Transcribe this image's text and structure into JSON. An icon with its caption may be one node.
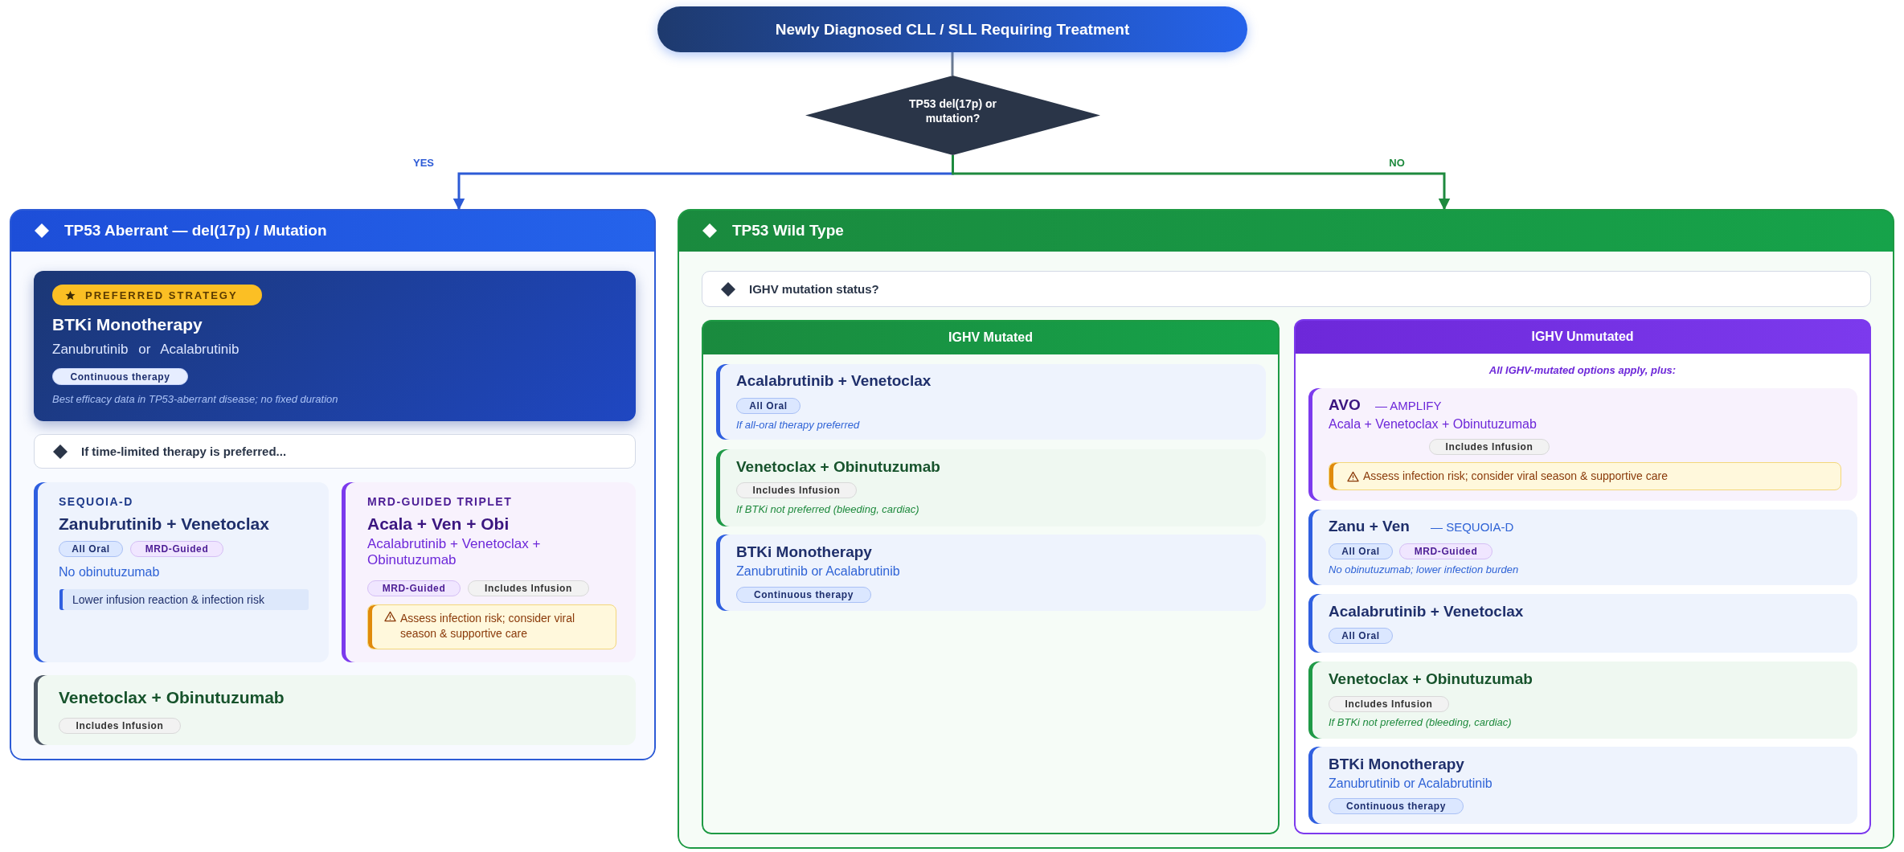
{
  "diagram": {
    "nodes": [
      {
        "text": [
          "Newly Diagnosed CLL / SLL Requiring Treatment"
        ]
      },
      {
        "text": [
          "TP53 del(17p) or mutation?"
        ]
      },
      {
        "text": [
          "TP53 Aberrant — del(17p) / Mutation"
        ]
      },
      {
        "text": [
          "BTKi Monotherapy",
          "Zanubrutinib or Acalabrutinib",
          "Best efficacy data in TP53-aberrant disease; no fixed duration"
        ],
        "in": 2
      },
      {
        "text": [
          "PREFERRED STRATEGY"
        ],
        "in": 3
      },
      {
        "text": [
          "Continuous therapy"
        ],
        "in": 3
      },
      {
        "text": [
          "If time-limited therapy is preferred..."
        ],
        "in": 2
      },
      {
        "text": [
          "SEQUOIA-D",
          "Zanubrutinib + Venetoclax",
          "No obinutuzumab"
        ],
        "in": 2
      },
      {
        "text": [
          "All Oral"
        ],
        "in": 7
      },
      {
        "text": [
          "MRD-Guided"
        ],
        "in": 7
      },
      {
        "text": [
          "Lower infusion reaction & infection risk"
        ],
        "in": 7
      },
      {
        "text": [
          "MRD-GUIDED TRIPLET",
          "Acala + Ven + Obi",
          "Acalabrutinib + Venetoclax + Obinutuzumab"
        ],
        "in": 2
      },
      {
        "text": [
          "MRD-Guided"
        ],
        "in": 11
      },
      {
        "text": [
          "Includes Infusion"
        ],
        "in": 11
      },
      {
        "text": [
          "Assess infection risk; consider viral season & supportive care"
        ],
        "in": 11
      },
      {
        "text": [
          "Venetoclax + Obinutuzumab"
        ],
        "in": 2
      },
      {
        "text": [
          "Includes Infusion"
        ],
        "in": 15
      },
      {
        "text": [
          "TP53 Wild Type"
        ]
      },
      {
        "text": [
          "IGHV mutation status?"
        ],
        "in": 17
      },
      {
        "text": [
          "IGHV Mutated"
        ],
        "in": 17
      },
      {
        "text": [
          "Acalabrutinib + Venetoclax",
          "If all-oral therapy preferred"
        ],
        "in": 19
      },
      {
        "text": [
          "All Oral"
        ],
        "in": 20
      },
      {
        "text": [
          "Venetoclax + Obinutuzumab",
          "If BTKi not preferred (bleeding, cardiac)"
        ],
        "in": 19
      },
      {
        "text": [
          "Includes Infusion"
        ],
        "in": 22
      },
      {
        "text": [
          "BTKi Monotherapy",
          "Zanubrutinib or Acalabrutinib"
        ],
        "in": 19
      },
      {
        "text": [
          "Continuous therapy"
        ],
        "in": 24
      },
      {
        "text": [
          "IGHV Unmutated",
          "All IGHV-mutated options apply, plus:"
        ],
        "in": 17
      },
      {
        "text": [
          "AVO",
          "— AMPLIFY",
          "Acala + Venetoclax + Obinutuzumab"
        ],
        "in": 26
      },
      {
        "text": [
          "Includes Infusion"
        ],
        "in": 27
      },
      {
        "text": [
          "Assess infection risk; consider viral season & supportive care"
        ],
        "in": 27
      },
      {
        "text": [
          "Zanu + Ven",
          "— SEQUOIA-D",
          "No obinutuzumab; lower infection burden"
        ],
        "in": 26
      },
      {
        "text": [
          "All Oral"
        ],
        "in": 30
      },
      {
        "text": [
          "MRD-Guided"
        ],
        "in": 30
      },
      {
        "text": [
          "Acalabrutinib + Venetoclax"
        ],
        "in": 26
      },
      {
        "text": [
          "All Oral"
        ],
        "in": 33
      },
      {
        "text": [
          "Venetoclax + Obinutuzumab",
          "If BTKi not preferred (bleeding, cardiac)"
        ],
        "in": 26
      },
      {
        "text": [
          "Includes Infusion"
        ],
        "in": 35
      },
      {
        "text": [
          "BTKi Monotherapy",
          "Zanubrutinib or Acalabrutinib"
        ],
        "in": 26
      },
      {
        "text": [
          "Continuous therapy"
        ],
        "in": 37
      }
    ],
    "edges": [
      {
        "from": 0,
        "to": 1,
        "arrow": "none"
      },
      {
        "from": 1,
        "to": 2,
        "arrow": "to",
        "label": "YES",
        "color": "#2d5bd6"
      },
      {
        "from": 1,
        "to": 17,
        "arrow": "to",
        "label": "NO",
        "color": "#1e8a3e"
      }
    ]
  }
}
